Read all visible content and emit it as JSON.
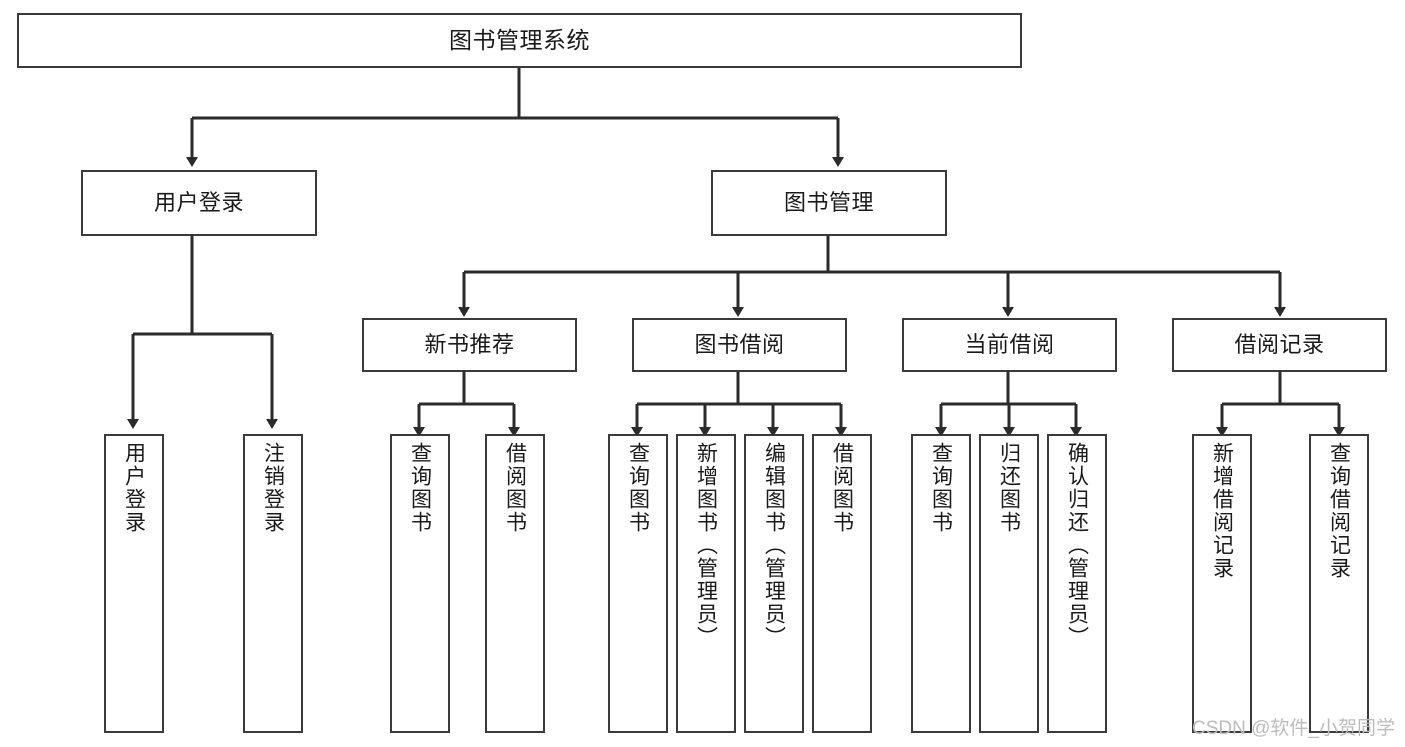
{
  "diagram": {
    "title": "图书管理系统",
    "type": "tree-hierarchy-diagram",
    "colors": {
      "box_border": "#3a3a3a",
      "box_fill": "#ffffff",
      "connector": "#2b2b2b",
      "text": "#1a1a1a",
      "watermark": "#bcbcbc",
      "background": "#ffffff"
    },
    "root": {
      "label": "图书管理系统"
    },
    "level1": [
      {
        "label": "用户登录"
      },
      {
        "label": "图书管理"
      }
    ],
    "level2": [
      {
        "label": "新书推荐"
      },
      {
        "label": "图书借阅"
      },
      {
        "label": "当前借阅"
      },
      {
        "label": "借阅记录"
      }
    ],
    "leaves": {
      "user_login": [
        {
          "label": "用户登录"
        },
        {
          "label": "注销登录"
        }
      ],
      "new_book_recommend": [
        {
          "label": "查询图书"
        },
        {
          "label": "借阅图书"
        }
      ],
      "book_borrow": [
        {
          "label": "查询图书"
        },
        {
          "label": "新增图书（管理员）"
        },
        {
          "label": "编辑图书（管理员）"
        },
        {
          "label": "借阅图书"
        }
      ],
      "current_borrow": [
        {
          "label": "查询图书"
        },
        {
          "label": "归还图书"
        },
        {
          "label": "确认归还（管理员）"
        }
      ],
      "borrow_record": [
        {
          "label": "新增借阅记录"
        },
        {
          "label": "查询借阅记录"
        }
      ]
    },
    "watermark": "CSDN @软件_小贺同学"
  }
}
